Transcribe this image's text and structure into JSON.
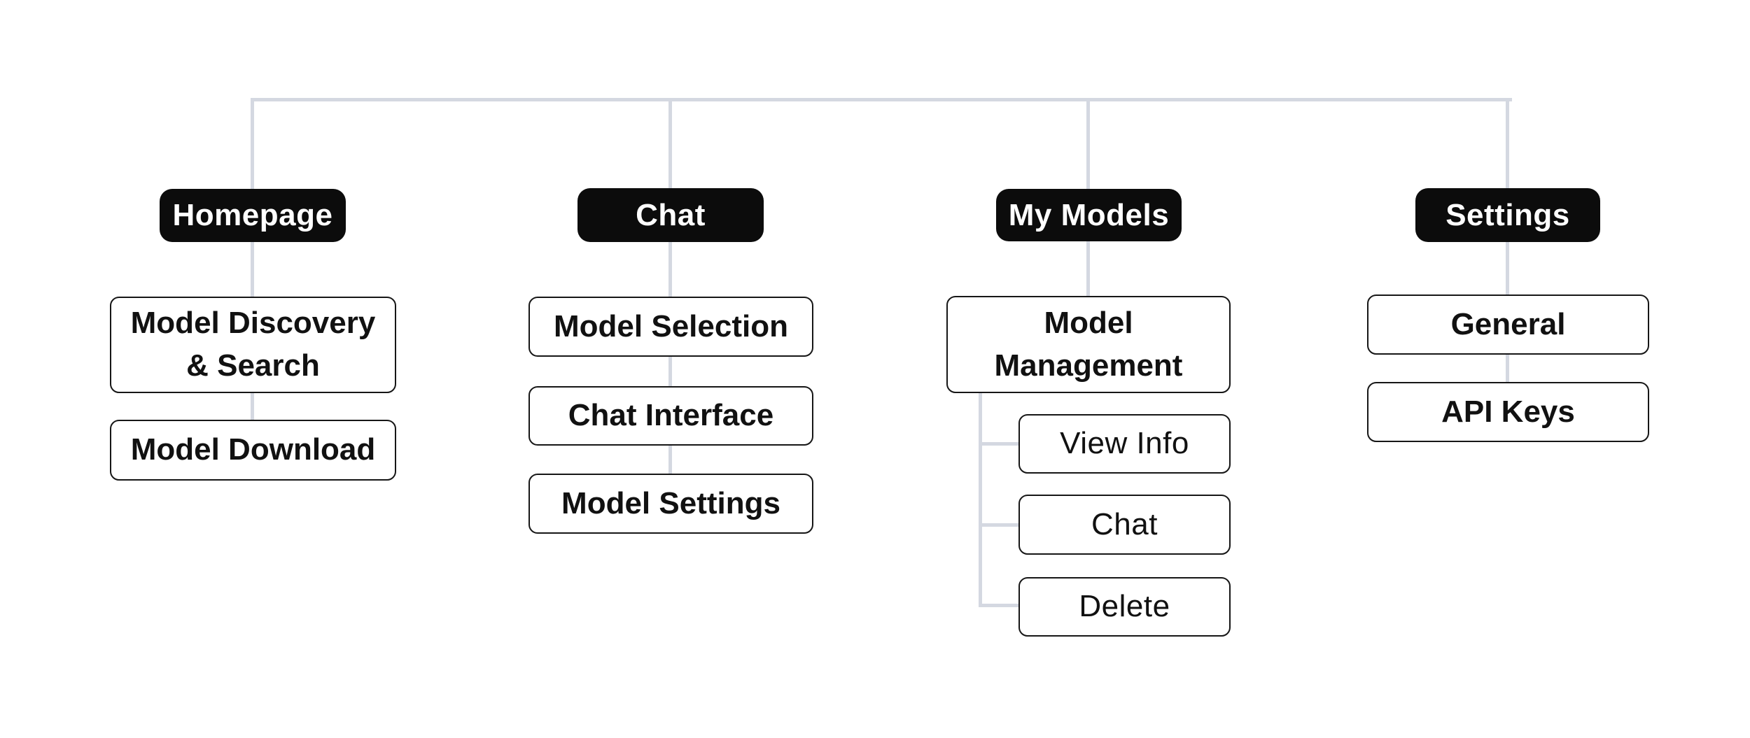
{
  "diagram": {
    "type": "sitemap-flowchart",
    "columns": [
      {
        "id": "homepage",
        "label": "Homepage",
        "children": [
          {
            "label": "Model Discovery\n& Search"
          },
          {
            "label": "Model Download"
          }
        ]
      },
      {
        "id": "chat",
        "label": "Chat",
        "children": [
          {
            "label": "Model Selection"
          },
          {
            "label": "Chat Interface"
          },
          {
            "label": "Model Settings"
          }
        ]
      },
      {
        "id": "my-models",
        "label": "My Models",
        "children": [
          {
            "label": "Model\nManagement",
            "children": [
              {
                "label": "View Info"
              },
              {
                "label": "Chat"
              },
              {
                "label": "Delete"
              }
            ]
          }
        ]
      },
      {
        "id": "settings",
        "label": "Settings",
        "children": [
          {
            "label": "General"
          },
          {
            "label": "API Keys"
          }
        ]
      }
    ]
  },
  "colors": {
    "background": "#ffffff",
    "connector": "#d4d8e1",
    "node_fill": "#0c0c0c",
    "node_text": "#ffffff",
    "box_border": "#161616",
    "box_fill": "#ffffff",
    "box_text": "#111111"
  }
}
